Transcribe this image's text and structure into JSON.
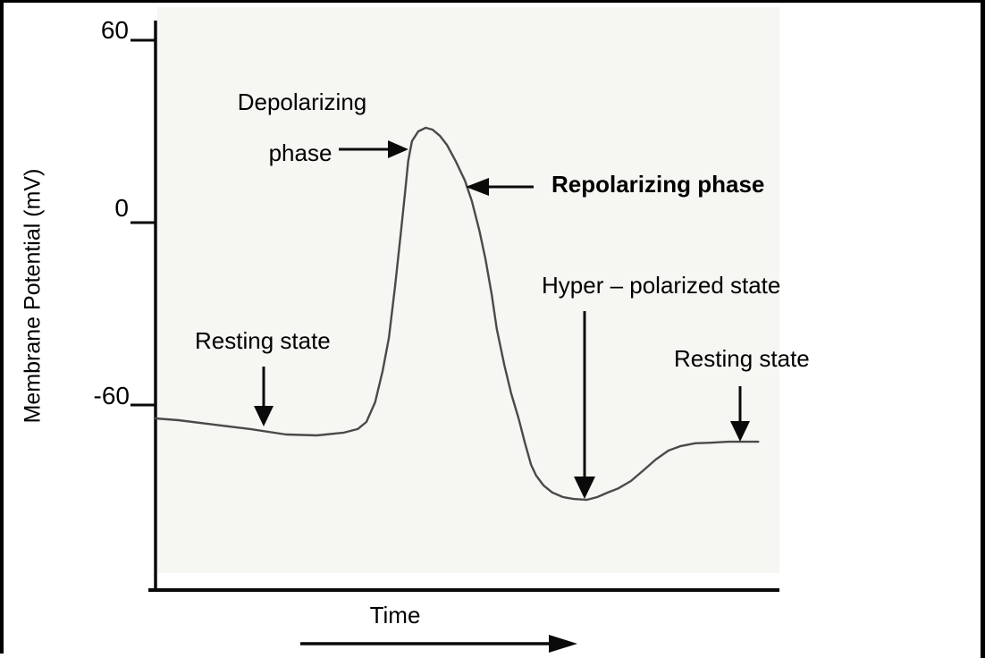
{
  "figure": {
    "kind": "action potential diagram",
    "background": "#ffffff"
  },
  "colors": {
    "curve": "#4a4a4a",
    "axis": "#0a0a0a",
    "arrow": "#0a0a0a",
    "text": "#000000",
    "plot_background": "#f6f6f3",
    "frame_border": "#000000"
  },
  "chart_data": {
    "type": "line",
    "title": "",
    "xlabel": "Time",
    "ylabel": "Membrane Potential (mV)",
    "xlim": [
      0,
      100
    ],
    "ylim": [
      -100,
      70
    ],
    "grid": false,
    "legend": "none",
    "x_tick_labels": [],
    "yticks": [
      {
        "label": "60",
        "value": 60
      },
      {
        "label": "0",
        "value": 0
      },
      {
        "label": "-60",
        "value": -60
      }
    ],
    "series": [
      {
        "name": "membrane potential",
        "points": [
          [
            0,
            -64.4
          ],
          [
            3.7,
            -65.0
          ],
          [
            9.5,
            -66.5
          ],
          [
            15.2,
            -67.9
          ],
          [
            20.9,
            -69.7
          ],
          [
            25.9,
            -70.0
          ],
          [
            30.2,
            -69.1
          ],
          [
            32.4,
            -67.9
          ],
          [
            33.8,
            -65.6
          ],
          [
            35.2,
            -59.1
          ],
          [
            36.4,
            -48.8
          ],
          [
            37.4,
            -37.9
          ],
          [
            38.4,
            -20.9
          ],
          [
            39.3,
            -3.8
          ],
          [
            40.0,
            10.0
          ],
          [
            40.5,
            20.3
          ],
          [
            41.1,
            26.8
          ],
          [
            42.1,
            30.0
          ],
          [
            43.3,
            31.2
          ],
          [
            44.4,
            30.6
          ],
          [
            45.6,
            28.5
          ],
          [
            46.7,
            25.6
          ],
          [
            48.1,
            20.3
          ],
          [
            49.6,
            13.8
          ],
          [
            50.7,
            7.1
          ],
          [
            51.9,
            -2.6
          ],
          [
            52.9,
            -12.1
          ],
          [
            53.9,
            -23.8
          ],
          [
            54.7,
            -35.0
          ],
          [
            55.9,
            -46.8
          ],
          [
            57.0,
            -56.2
          ],
          [
            58.2,
            -64.4
          ],
          [
            59.2,
            -72.4
          ],
          [
            60.2,
            -79.7
          ],
          [
            61.0,
            -83.2
          ],
          [
            62.2,
            -86.5
          ],
          [
            63.6,
            -88.8
          ],
          [
            65.3,
            -90.3
          ],
          [
            67.0,
            -90.9
          ],
          [
            69.1,
            -91.2
          ],
          [
            70.8,
            -90.3
          ],
          [
            72.5,
            -88.8
          ],
          [
            74.2,
            -87.4
          ],
          [
            76.2,
            -85.0
          ],
          [
            78.2,
            -81.5
          ],
          [
            80.2,
            -77.9
          ],
          [
            82.2,
            -75.0
          ],
          [
            84.2,
            -73.5
          ],
          [
            86.5,
            -72.6
          ],
          [
            89.0,
            -72.4
          ],
          [
            91.8,
            -72.1
          ],
          [
            96.6,
            -72.1
          ]
        ]
      }
    ],
    "annotations": [
      {
        "text": "Depolarizing phase",
        "lines": [
          "Depolarizing",
          "phase"
        ],
        "arrow": "right",
        "anchor_t": 40.5,
        "anchor_mV": 24,
        "bold": false
      },
      {
        "text": "Repolarizing phase",
        "arrow": "left",
        "anchor_t": 49.7,
        "anchor_mV": 12,
        "bold": true
      },
      {
        "text": "Resting state",
        "arrow": "down",
        "anchor_t": 17.3,
        "anchor_mV": -67,
        "bold": false
      },
      {
        "text": "Hyper – polarized state",
        "arrow": "down",
        "anchor_t": 68.8,
        "anchor_mV": -91,
        "bold": false
      },
      {
        "text": "Resting state",
        "arrow": "down",
        "anchor_t": 93.7,
        "anchor_mV": -72,
        "bold": false
      }
    ]
  }
}
